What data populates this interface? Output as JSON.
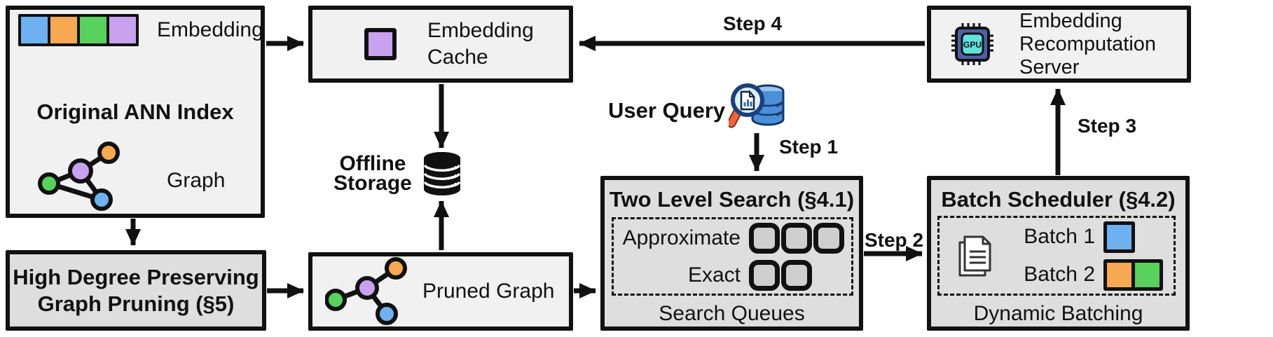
{
  "diagram": {
    "colors": {
      "blue": "#6db1f1",
      "orange": "#f6a950",
      "green": "#58d15d",
      "purple": "#c9a2ef",
      "box_light": "#f1f1f1",
      "box_dark": "#dedede",
      "slot_gray": "#cfcfcf",
      "outline": "#111111"
    },
    "ann_index": {
      "title": "Original ANN Index",
      "embedding_label": "Embedding",
      "graph_label": "Graph",
      "vector_colors": [
        "blue",
        "orange",
        "green",
        "purple"
      ]
    },
    "embedding_cache": {
      "label": "Embedding Cache",
      "icon_color": "purple"
    },
    "offline_storage": {
      "label": "Offline Storage"
    },
    "recomputation_server": {
      "label": "Embedding Recomputation Server",
      "chip_text": "GPU"
    },
    "high_degree_pruning": {
      "title": "High Degree Preserving Graph Pruning (§5)"
    },
    "pruned_graph": {
      "label": "Pruned Graph"
    },
    "user_query": {
      "label": "User Query"
    },
    "two_level_search": {
      "title": "Two Level Search (§4.1)",
      "caption": "Search Queues",
      "rows": [
        {
          "label": "Approximate",
          "slots": 3
        },
        {
          "label": "Exact",
          "slots": 2
        }
      ]
    },
    "batch_scheduler": {
      "title": "Batch Scheduler (§4.2)",
      "caption": "Dynamic Batching",
      "batches": [
        {
          "label": "Batch 1",
          "colors": [
            "blue"
          ]
        },
        {
          "label": "Batch 2",
          "colors": [
            "orange",
            "green"
          ]
        }
      ]
    },
    "steps": {
      "step1": "Step 1",
      "step2": "Step 2",
      "step3": "Step 3",
      "step4": "Step 4"
    }
  }
}
